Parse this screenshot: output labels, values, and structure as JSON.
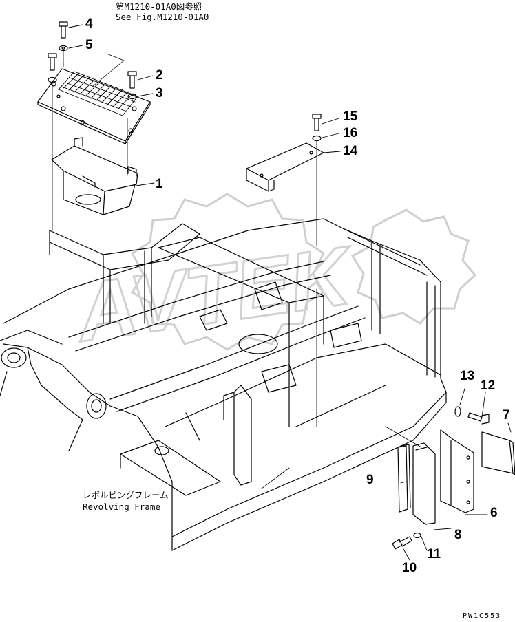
{
  "reference_note": {
    "jp": "第M1210-01A0図参照",
    "en": "See Fig.M1210-01A0"
  },
  "frame_label": {
    "jp": "レボルビングフレーム",
    "en": "Revolving Frame"
  },
  "drawing_code": "PW1C553",
  "part_numbers": [
    "1",
    "2",
    "3",
    "4",
    "5",
    "6",
    "7",
    "8",
    "9",
    "10",
    "11",
    "12",
    "13",
    "14",
    "15",
    "16"
  ],
  "watermark_text": "Avtek",
  "colors": {
    "line": "#000000",
    "watermark": "#c8c8c8",
    "background": "#ffffff"
  }
}
